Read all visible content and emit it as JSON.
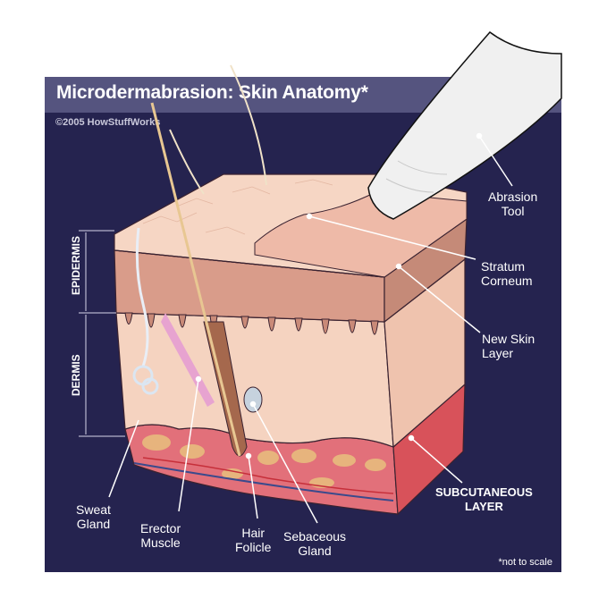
{
  "header": {
    "title": "Microdermabrasion: Skin Anatomy*",
    "copyright": "©2005 HowStuffWorks"
  },
  "layers": {
    "epidermis": "EPIDERMIS",
    "dermis": "DERMIS"
  },
  "labels": {
    "abrasion_tool": [
      "Abrasion",
      "Tool"
    ],
    "stratum_corneum": [
      "Stratum",
      "Corneum"
    ],
    "new_skin_layer": [
      "New Skin",
      "Layer"
    ],
    "subcutaneous_layer": [
      "SUBCUTANEOUS",
      "LAYER"
    ],
    "sweat_gland": [
      "Sweat",
      "Gland"
    ],
    "erector_muscle": [
      "Erector",
      "Muscle"
    ],
    "hair_folicle": [
      "Hair",
      "Folicle"
    ],
    "sebaceous_gland": [
      "Sebaceous",
      "Gland"
    ]
  },
  "footnote": "*not to scale",
  "colors": {
    "background": "#25234f",
    "title_bar": "#55547f",
    "skin_top": "#f6d6c4",
    "epidermis": "#d99c8a",
    "dermis": "#f3cdb8",
    "subcutaneous": "#d8525a",
    "tool": "#f2f2f2"
  }
}
